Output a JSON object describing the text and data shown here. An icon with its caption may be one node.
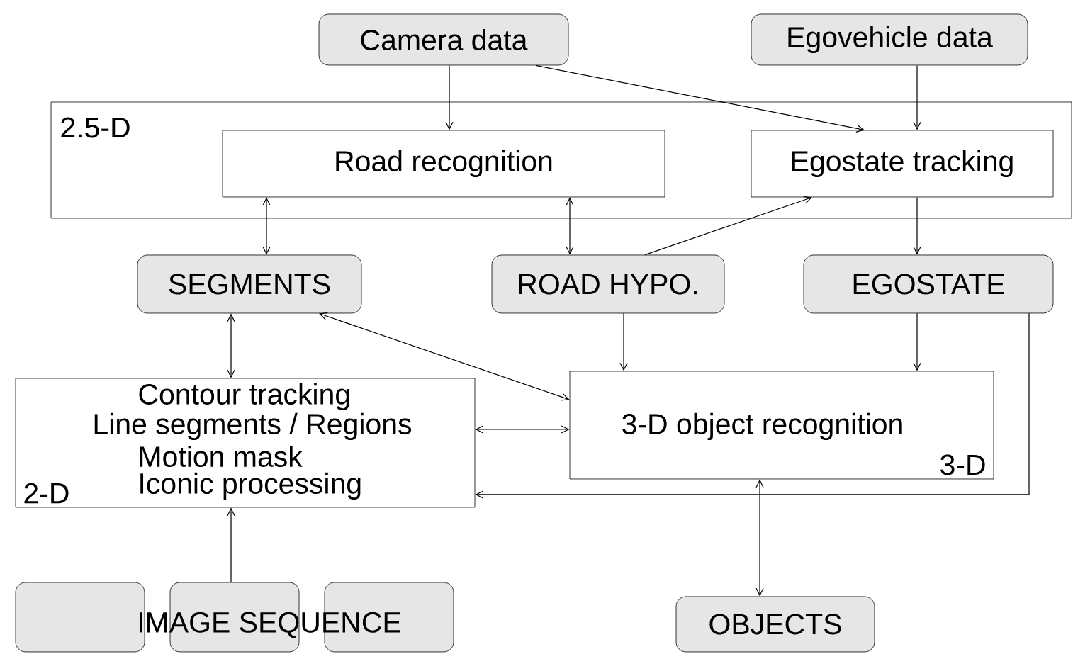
{
  "diagram": {
    "nodes": [
      {
        "text": [
          "Camera data"
        ]
      },
      {
        "text": [
          "Egovehicle data"
        ]
      },
      {
        "text": [
          "2.5-D"
        ]
      },
      {
        "text": [
          "Road recognition"
        ],
        "in": 2
      },
      {
        "text": [
          "Egostate tracking"
        ],
        "in": 2
      },
      {
        "text": [
          "SEGMENTS"
        ]
      },
      {
        "text": [
          "ROAD HYPO."
        ]
      },
      {
        "text": [
          "EGOSTATE"
        ]
      },
      {
        "text": [
          "Contour tracking",
          "Line segments / Regions",
          "Motion mask",
          "2-D",
          "Iconic processing"
        ]
      },
      {
        "text": [
          "3-D object recognition",
          "3-D"
        ]
      },
      {
        "text": [],
        "shape": "box"
      },
      {
        "text": [
          "IMAGE SEQUENCE"
        ]
      },
      {
        "text": [],
        "shape": "box"
      },
      {
        "text": [
          "OBJECTS"
        ]
      }
    ],
    "edges": [
      {
        "from": 0,
        "to": 3,
        "arrow": "to"
      },
      {
        "from": 0,
        "to": 4,
        "arrow": "to"
      },
      {
        "from": 1,
        "to": 4,
        "arrow": "to"
      },
      {
        "from": 3,
        "to": 5,
        "arrow": "both"
      },
      {
        "from": 3,
        "to": 6,
        "arrow": "both"
      },
      {
        "from": 6,
        "to": 4,
        "arrow": "to"
      },
      {
        "from": 4,
        "to": 7,
        "arrow": "to"
      },
      {
        "from": 5,
        "to": 9,
        "arrow": "both"
      },
      {
        "from": 8,
        "to": 5,
        "arrow": "both"
      },
      {
        "from": 8,
        "to": 9,
        "arrow": "both"
      },
      {
        "from": 6,
        "to": 9,
        "arrow": "to"
      },
      {
        "from": 7,
        "to": 9,
        "arrow": "to"
      },
      {
        "from": 7,
        "to": 8,
        "arrow": "to"
      },
      {
        "from": 11,
        "to": 8,
        "arrow": "to"
      },
      {
        "from": 9,
        "to": 13,
        "arrow": "both"
      }
    ]
  }
}
